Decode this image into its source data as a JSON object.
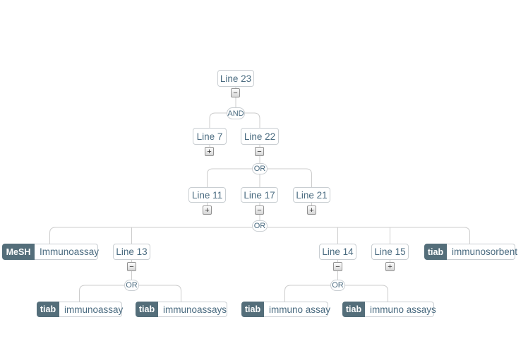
{
  "diagram": {
    "kind": "search-strategy-tree",
    "colors": {
      "badge_background": "#546e7a",
      "node_text": "#4a6b80",
      "node_border": "#c9ced2",
      "connector_line": "#cccccc",
      "background": "#ffffff"
    }
  },
  "expanders": {
    "collapse_glyph": "−",
    "expand_glyph": "+"
  },
  "nodes": {
    "line23": {
      "label": "Line 23",
      "expander": "−"
    },
    "and1": {
      "label": "AND"
    },
    "line7": {
      "label": "Line 7",
      "expander": "+"
    },
    "line22": {
      "label": "Line 22",
      "expander": "−"
    },
    "or1": {
      "label": "OR"
    },
    "line11": {
      "label": "Line 11",
      "expander": "+"
    },
    "line17": {
      "label": "Line 17",
      "expander": "−"
    },
    "line21": {
      "label": "Line 21",
      "expander": "+"
    },
    "or2": {
      "label": "OR"
    },
    "mesh_immunoassay": {
      "field": "MeSH",
      "term": "Immunoassay"
    },
    "line13": {
      "label": "Line 13",
      "expander": "−"
    },
    "line14": {
      "label": "Line 14",
      "expander": "−"
    },
    "line15": {
      "label": "Line 15",
      "expander": "+"
    },
    "tiab_immunosorbent": {
      "field": "tiab",
      "term": "immunosorbent"
    },
    "or3": {
      "label": "OR"
    },
    "or4": {
      "label": "OR"
    },
    "tiab_immunoassay": {
      "field": "tiab",
      "term": "immunoassay"
    },
    "tiab_immunoassays": {
      "field": "tiab",
      "term": "immunoassays"
    },
    "tiab_immuno_assay": {
      "field": "tiab",
      "term": "immuno assay"
    },
    "tiab_immuno_assays": {
      "field": "tiab",
      "term": "immuno assays"
    }
  }
}
